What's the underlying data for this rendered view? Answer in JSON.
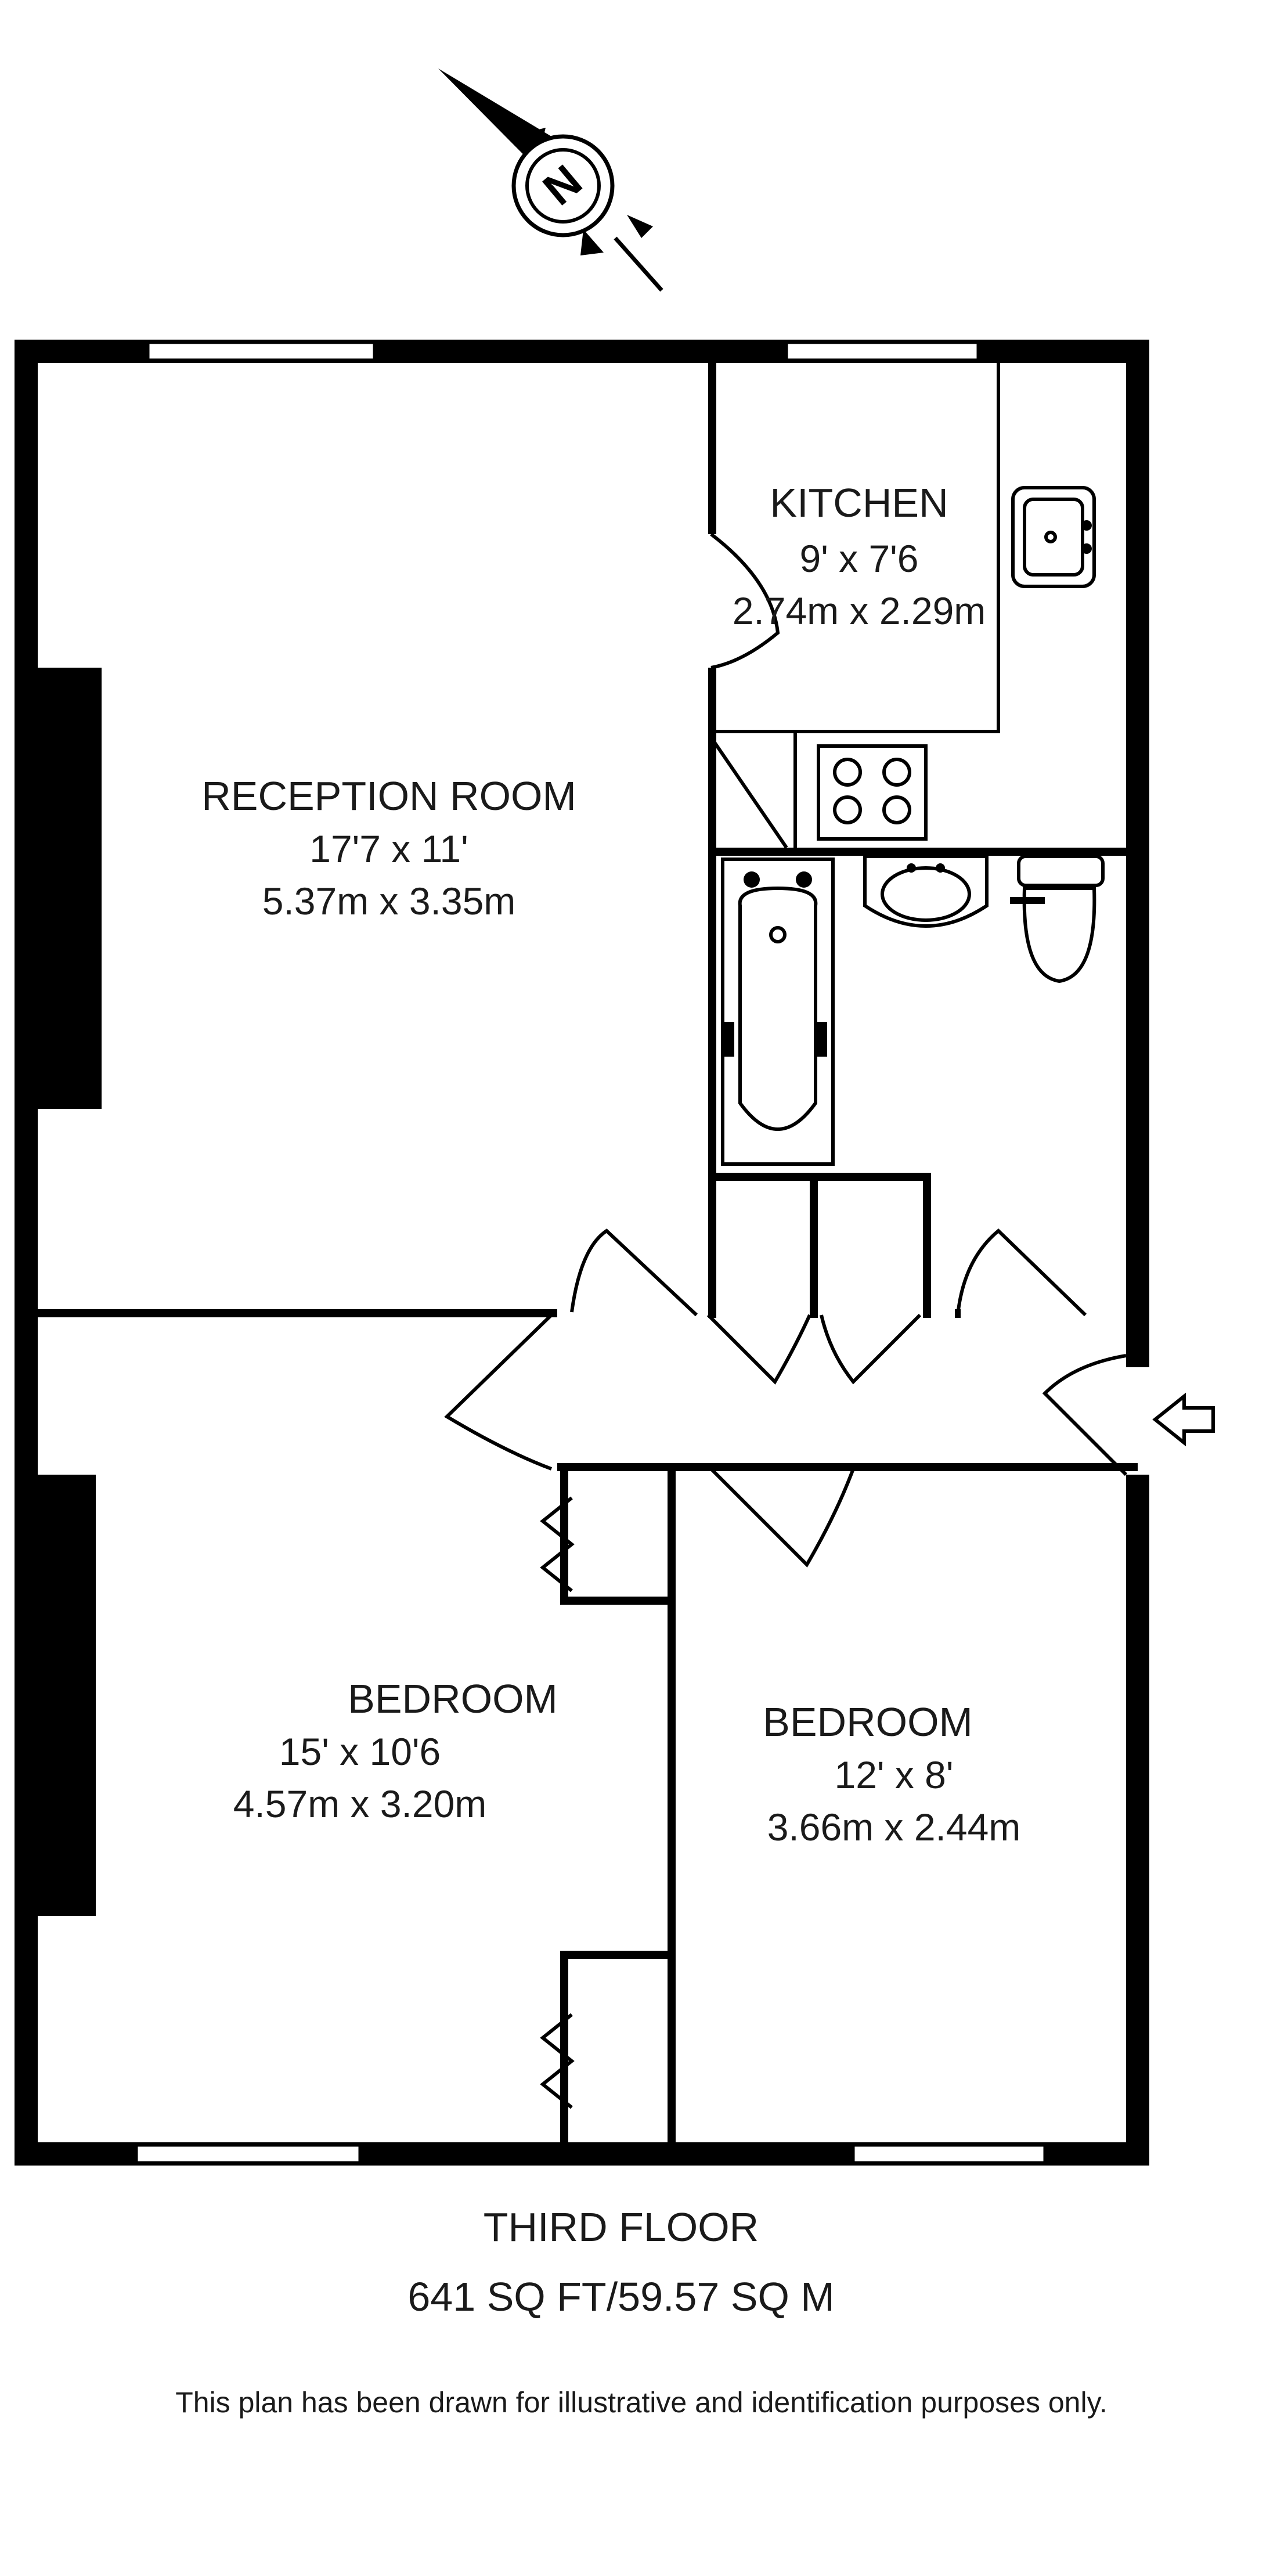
{
  "rooms": {
    "kitchen": {
      "name": "KITCHEN",
      "imperial": "9' x 7'6",
      "metric": "2.74m x 2.29m"
    },
    "reception": {
      "name": "RECEPTION ROOM",
      "imperial": "17'7 x 11'",
      "metric": "5.37m x 3.35m"
    },
    "bedroom1": {
      "name": "BEDROOM",
      "imperial": "15' x 10'6",
      "metric": "4.57m x 3.20m"
    },
    "bedroom2": {
      "name": "BEDROOM",
      "imperial": "12' x 8'",
      "metric": "3.66m x 2.44m"
    }
  },
  "floor": {
    "title": "THIRD FLOOR",
    "area": "641 SQ FT/59.57 SQ M"
  },
  "disclaimer": "This plan has been drawn for illustrative and identification purposes only.",
  "compass": {
    "letter": "N",
    "icon": "north-compass-icon"
  },
  "entrance": {
    "icon": "entrance-arrow-icon"
  }
}
